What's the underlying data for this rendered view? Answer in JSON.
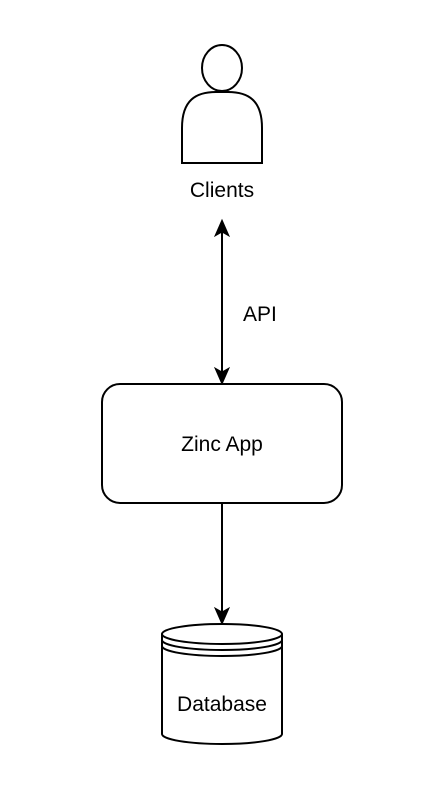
{
  "diagram": {
    "nodes": {
      "clients": {
        "label": "Clients",
        "shape": "actor"
      },
      "app": {
        "label": "Zinc App",
        "shape": "rounded-rectangle"
      },
      "database": {
        "label": "Database",
        "shape": "cylinder"
      }
    },
    "edges": [
      {
        "from": "clients",
        "to": "app",
        "label": "API",
        "direction": "both"
      },
      {
        "from": "app",
        "to": "database",
        "label": "",
        "direction": "forward"
      }
    ],
    "colors": {
      "stroke": "#000000",
      "fill": "#ffffff",
      "background": "#ffffff"
    }
  }
}
